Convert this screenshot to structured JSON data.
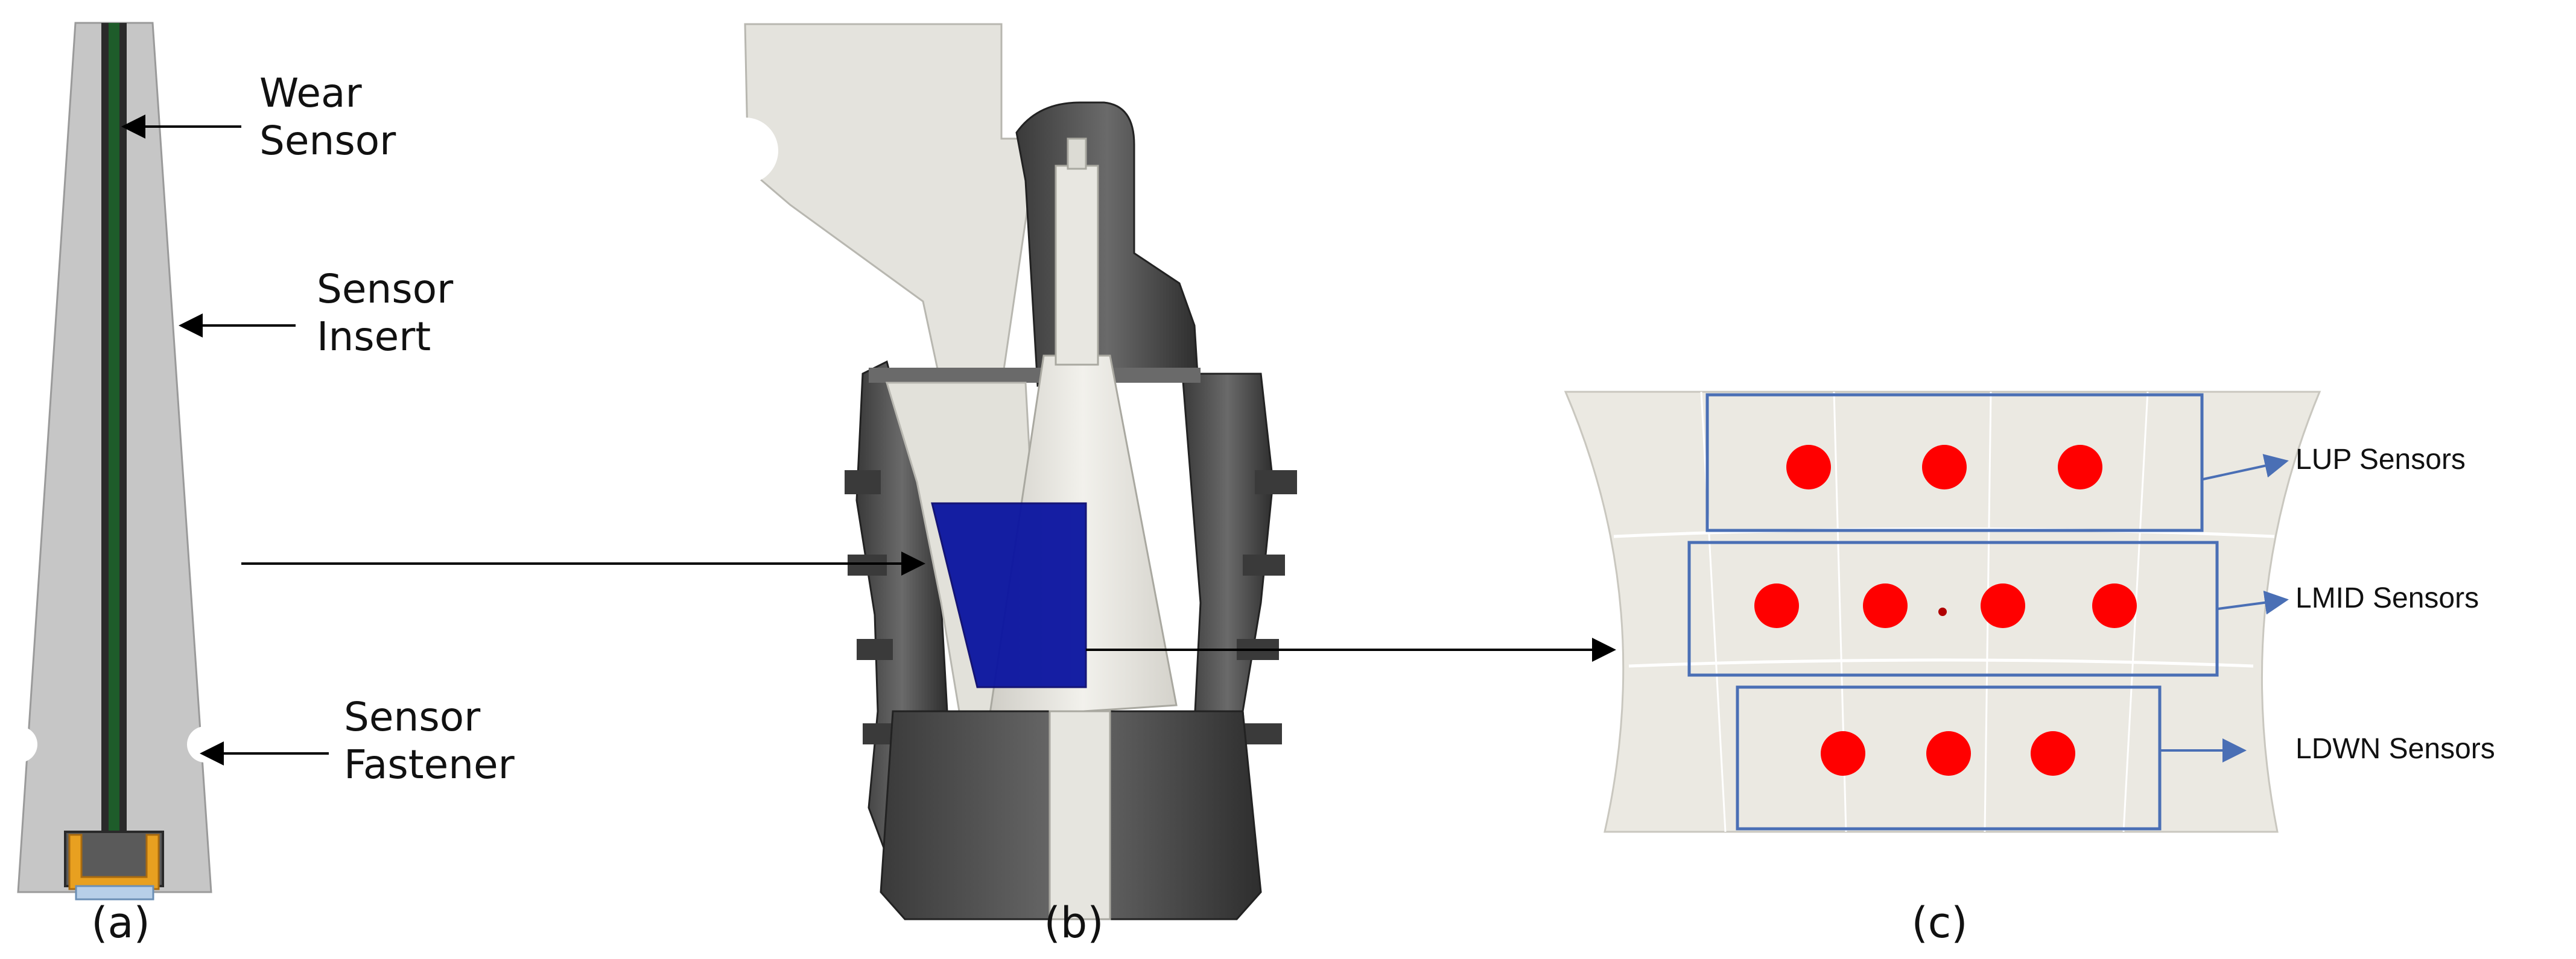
{
  "panel_a": {
    "labels": {
      "wear": [
        "Wear",
        "Sensor"
      ],
      "insert": [
        "Sensor",
        "Insert"
      ],
      "fastener": [
        "Sensor",
        "Fastener"
      ]
    },
    "caption": "(a)"
  },
  "panel_b": {
    "caption": "(b)"
  },
  "panel_c": {
    "labels": {
      "lup": "LUP Sensors",
      "lmid": "LMID Sensors",
      "ldwn": "LDWN Sensors"
    },
    "caption": "(c)"
  },
  "colors": {
    "sensor_dot": "#ff0000",
    "sensor_box": "#4a6fb5",
    "wear_sensor": "#1e5c2a",
    "highlight_region": "#0a14a0",
    "fastener_orange": "#e8a020"
  }
}
